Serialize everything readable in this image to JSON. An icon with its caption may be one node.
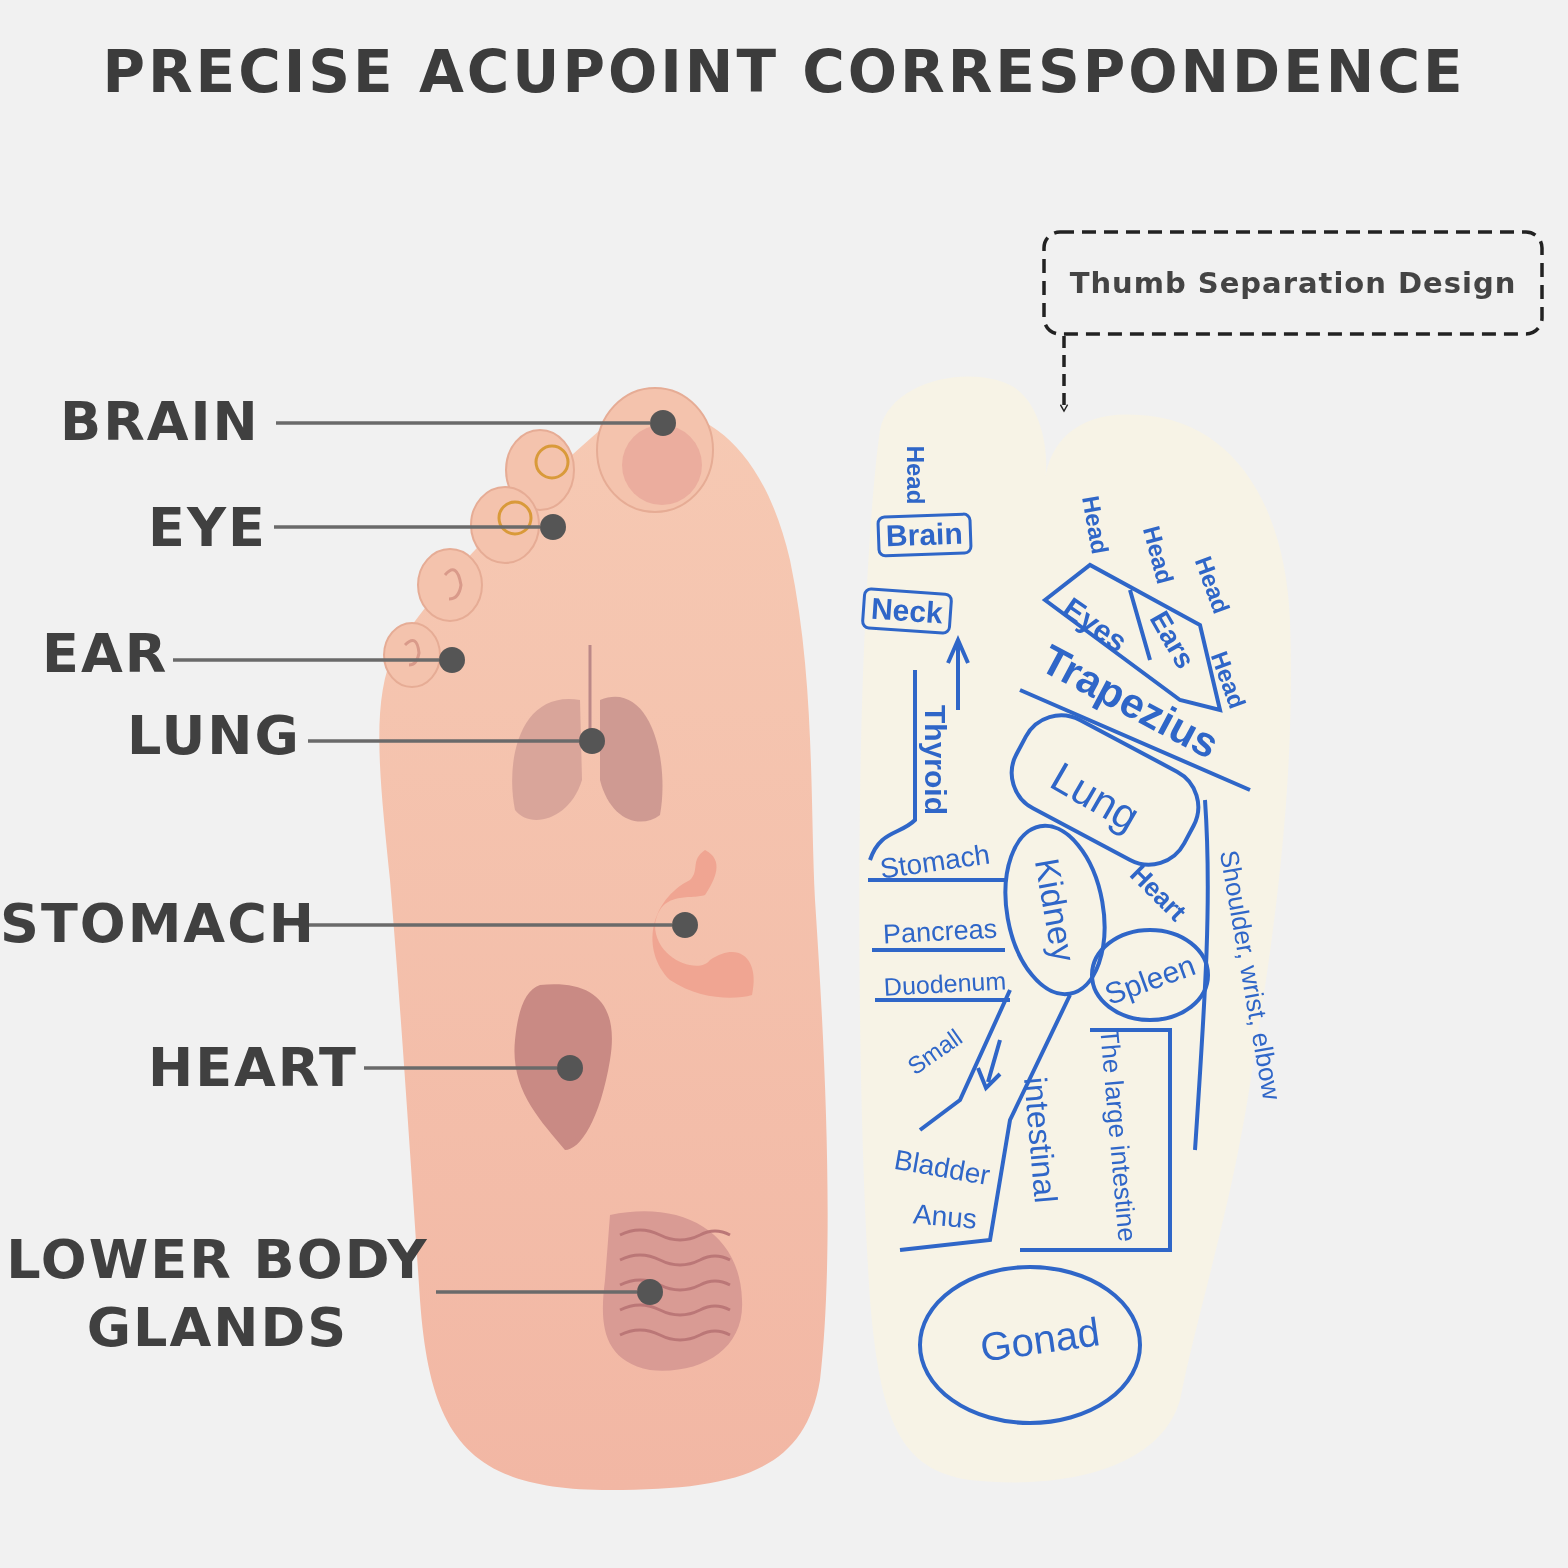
{
  "diagram": {
    "title": "PRECISE ACUPOINT CORRESPONDENCE",
    "nodes": [
      {
        "text": [
          "BRAIN"
        ]
      },
      {
        "text": [
          "EYE"
        ]
      },
      {
        "text": [
          "EAR"
        ]
      },
      {
        "text": [
          "LUNG"
        ]
      },
      {
        "text": [
          "STOMACH"
        ]
      },
      {
        "text": [
          "HEART"
        ]
      },
      {
        "text": [
          "LOWER BODY GLANDS"
        ]
      },
      {
        "text": [],
        "shape": "circle"
      },
      {
        "text": [],
        "shape": "circle"
      },
      {
        "text": [],
        "shape": "circle"
      },
      {
        "text": [],
        "shape": "circle"
      },
      {
        "text": [],
        "shape": "circle"
      },
      {
        "text": [],
        "shape": "circle"
      },
      {
        "text": [],
        "shape": "circle"
      },
      {
        "text": [
          "Thumb Separation Design"
        ]
      },
      {
        "text": [
          "Brain"
        ]
      },
      {
        "text": [
          "Neck"
        ]
      }
    ],
    "edges": [
      {
        "from": 0,
        "to": 7,
        "arrow": "none"
      },
      {
        "from": 1,
        "to": 8,
        "arrow": "none"
      },
      {
        "from": 2,
        "to": 9,
        "arrow": "none"
      },
      {
        "from": 3,
        "to": 10,
        "arrow": "none"
      },
      {
        "from": 4,
        "to": 11,
        "arrow": "none"
      },
      {
        "from": 5,
        "to": 12,
        "arrow": "none"
      },
      {
        "from": 6,
        "to": 13,
        "arrow": "none"
      },
      {
        "from": 14,
        "to": null,
        "arrow": "to",
        "style": "dashed"
      }
    ],
    "labels": [
      "Head",
      "Thyroid",
      "Head",
      "Head",
      "Head",
      "Head",
      "Eyes",
      "Ears",
      "Trapezius",
      "Lung",
      "Shoulder, wrist, elbow",
      "Stomach",
      "Kidney",
      "Heart",
      "Pancreas",
      "Duodenum",
      "Spleen",
      "Small",
      "intestinal",
      "The large intestine",
      "Bladder",
      "Anus",
      "Gonad"
    ]
  }
}
